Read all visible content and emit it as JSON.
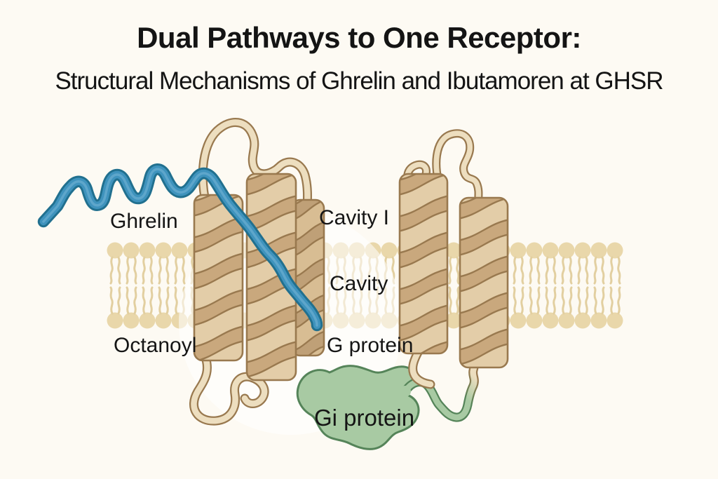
{
  "title": "Dual Pathways to One Receptor:",
  "subtitle": "Structural Mechanisms of Ghrelin and Ibutamoren at GHSR",
  "labels": {
    "ghrelin": "Ghrelin",
    "cavity_upper": "Cavity I",
    "cavity_lower": "Cavity",
    "octanoyl": "Octanoyl",
    "g_protein": "G protein",
    "gi_protein": "Gi protein"
  },
  "colors": {
    "background": "#fdfaf3",
    "text": "#151515",
    "membrane_head": "#e9d7aa",
    "membrane_tail": "#e2cfa0",
    "helix_fill": "#e3cda8",
    "helix_shade": "#c9a87d",
    "helix_outline": "#99794f",
    "back_helix_fill": "#d8bd93",
    "back_helix_shade": "#bfa077",
    "loop_fill": "#eddebf",
    "ghrelin_outline": "#21708f",
    "ghrelin_mid": "#3f93bd",
    "ghrelin_sheen": "#67abce",
    "gi_fill": "#a8caa3",
    "gi_outline": "#558459"
  }
}
